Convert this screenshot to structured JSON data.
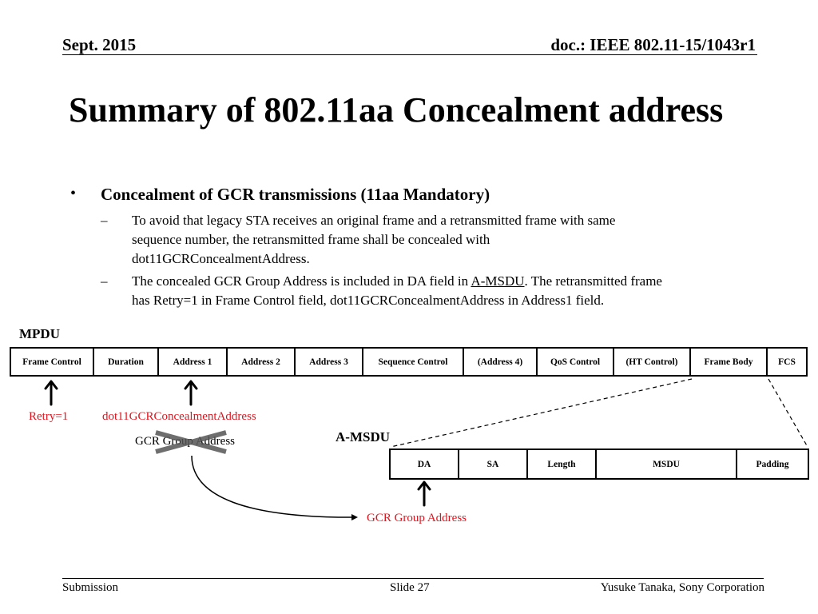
{
  "header": {
    "date": "Sept. 2015",
    "doc": "doc.: IEEE 802.11-15/1043r1"
  },
  "title": "Summary of 802.11aa Concealment address",
  "bullet": {
    "text": "Concealment of GCR transmissions (11aa Mandatory)",
    "subs": [
      [
        "To avoid that legacy STA receives an original frame and a retransmitted frame with same",
        "sequence number, the retransmitted frame shall be concealed with",
        "dot11GCRConcealmentAddress."
      ],
      {
        "pre": "The concealed GCR Group Address is included in DA field in ",
        "link": "A-MSDU",
        "post": ". The retransmitted frame",
        "line2": "has Retry=1 in Frame Control field, dot11GCRConcealmentAddress in Address1 field."
      }
    ]
  },
  "mpdu": {
    "label": "MPDU",
    "fields": [
      "Frame Control",
      "Duration",
      "Address 1",
      "Address 2",
      "Address 3",
      "Sequence Control",
      "(Address 4)",
      "QoS Control",
      "(HT Control)",
      "Frame Body",
      "FCS"
    ]
  },
  "amsdu": {
    "label": "A-MSDU",
    "fields": [
      "DA",
      "SA",
      "Length",
      "MSDU",
      "Padding"
    ]
  },
  "annotations": {
    "retry": "Retry=1",
    "concealment": "dot11GCRConcealmentAddress",
    "gcr_struck": "GCR Group Address",
    "gcr_target": "GCR Group Address"
  },
  "colors": {
    "accent_red": "#e0141e"
  },
  "footer": {
    "left": "Submission",
    "center": "Slide 27",
    "right": "Yusuke Tanaka, Sony Corporation"
  }
}
